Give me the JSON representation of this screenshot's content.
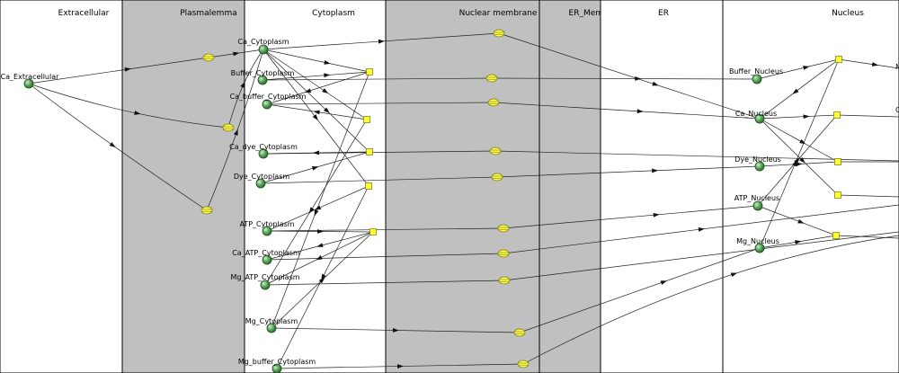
{
  "compartments": [
    {
      "id": "extracellular",
      "label": "Extracellular",
      "color": "#ffffff"
    },
    {
      "id": "plasmalemma",
      "label": "Plasmalemma",
      "color": "#c0c0c0"
    },
    {
      "id": "cytoplasm",
      "label": "Cytoplasm",
      "color": "#ffffff"
    },
    {
      "id": "nuclear_membrane",
      "label": "Nuclear membrane",
      "color": "#c0c0c0"
    },
    {
      "id": "er_membrane",
      "label": "ER_Memrane",
      "color": "#c0c0c0"
    },
    {
      "id": "er",
      "label": "ER",
      "color": "#ffffff"
    },
    {
      "id": "nucleus",
      "label": "Nucleus",
      "color": "#ffffff"
    }
  ],
  "species": [
    {
      "id": "ca_ext",
      "label": "Ca_Extracellular"
    },
    {
      "id": "ca_cyt",
      "label": "Ca_Cytoplasm"
    },
    {
      "id": "buf_cyt",
      "label": "Buffer_Cytoplasm"
    },
    {
      "id": "cabuf_cyt",
      "label": "Ca_buffer_Cytoplasm"
    },
    {
      "id": "cadye_cyt",
      "label": "Ca_dye_Cytoplasm"
    },
    {
      "id": "dye_cyt",
      "label": "Dye_Cytoplasm"
    },
    {
      "id": "atp_cyt",
      "label": "ATP_Cytoplasm"
    },
    {
      "id": "caatp_cyt",
      "label": "Ca_ATP_Cytoplasm"
    },
    {
      "id": "mgatp_cyt",
      "label": "Mg_ATP_Cytoplasm"
    },
    {
      "id": "mg_cyt",
      "label": "Mg_Cytoplasm"
    },
    {
      "id": "mgbuf_cyt",
      "label": "Mg_buffer_Cytoplasm"
    },
    {
      "id": "buf_nuc",
      "label": "Buffer_Nucleus"
    },
    {
      "id": "ca_nuc",
      "label": "Ca_Nucleus"
    },
    {
      "id": "dye_nuc",
      "label": "Dye_Nucleus"
    },
    {
      "id": "atp_nuc",
      "label": "ATP_Nucleus"
    },
    {
      "id": "mg_nuc",
      "label": "Mg_Nucleus"
    }
  ],
  "edge_labels": [
    {
      "id": "cut_top",
      "label": "M"
    },
    {
      "id": "cut_mid",
      "label": "C"
    }
  ],
  "colors": {
    "species_fill": "#58a058",
    "reaction_fill": "#ffff33",
    "membrane_fill": "#c0c0c0"
  }
}
